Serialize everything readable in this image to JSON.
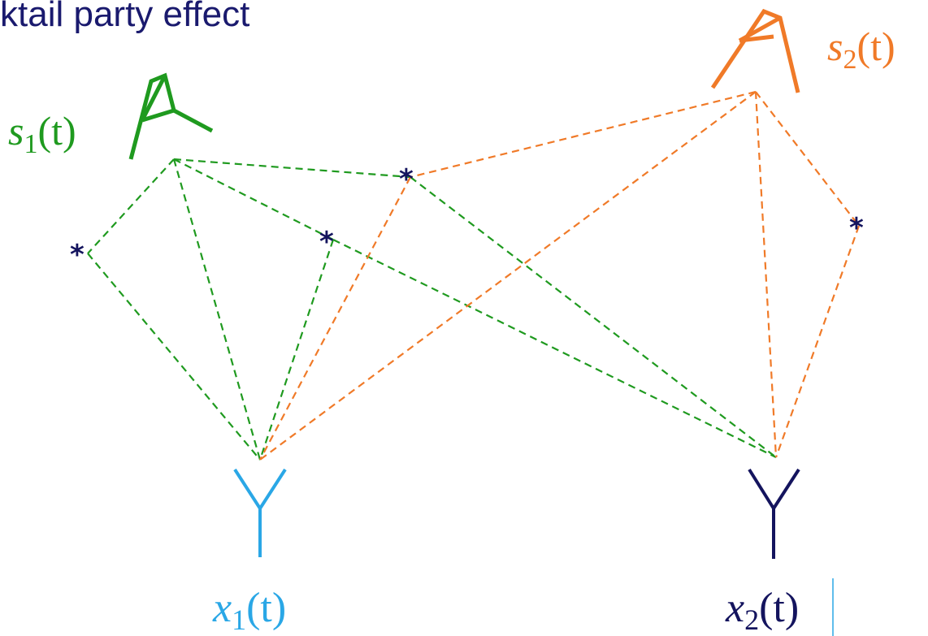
{
  "title": "ktail party effect",
  "colors": {
    "source1": "#1f9a1f",
    "source2": "#f07a28",
    "mic1": "#2aa7e6",
    "mic2": "#14145e",
    "reflector": "#14145e",
    "title": "#1a1a6e"
  },
  "sources": [
    {
      "id": "s1",
      "base": "s",
      "sub": "1",
      "arg": "(t)",
      "icon": "speaker-icon"
    },
    {
      "id": "s2",
      "base": "s",
      "sub": "2",
      "arg": "(t)",
      "icon": "speaker-icon"
    }
  ],
  "microphones": [
    {
      "id": "x1",
      "base": "x",
      "sub": "1",
      "arg": "(t)",
      "icon": "microphone-icon"
    },
    {
      "id": "x2",
      "base": "x",
      "sub": "2",
      "arg": "(t)",
      "icon": "microphone-icon"
    }
  ],
  "reflectors": [
    {
      "id": "r1",
      "symbol": "*"
    },
    {
      "id": "r2",
      "symbol": "*"
    },
    {
      "id": "r3",
      "symbol": "*"
    },
    {
      "id": "r4",
      "symbol": "*"
    }
  ],
  "paths": [
    {
      "from": "s1",
      "to": "r1",
      "via": null,
      "color": "source1"
    },
    {
      "from": "r1",
      "to": "x1",
      "via": null,
      "color": "source1"
    },
    {
      "from": "s1",
      "to": "x1",
      "via": null,
      "color": "source1"
    },
    {
      "from": "s1",
      "to": "r3",
      "via": null,
      "color": "source1"
    },
    {
      "from": "r3",
      "to": "x1",
      "via": null,
      "color": "source1"
    },
    {
      "from": "s1",
      "to": "r2",
      "via": null,
      "color": "source1"
    },
    {
      "from": "r2",
      "to": "x2",
      "via": null,
      "color": "source1"
    },
    {
      "from": "r3",
      "to": "x2",
      "via": null,
      "color": "source1"
    },
    {
      "from": "s2",
      "to": "r2",
      "via": null,
      "color": "source2"
    },
    {
      "from": "r2",
      "to": "x1",
      "via": null,
      "color": "source2"
    },
    {
      "from": "s2",
      "to": "x1",
      "via": null,
      "color": "source2"
    },
    {
      "from": "s2",
      "to": "x2",
      "via": null,
      "color": "source2"
    },
    {
      "from": "s2",
      "to": "r4",
      "via": null,
      "color": "source2"
    },
    {
      "from": "r4",
      "to": "x2",
      "via": null,
      "color": "source2"
    }
  ]
}
